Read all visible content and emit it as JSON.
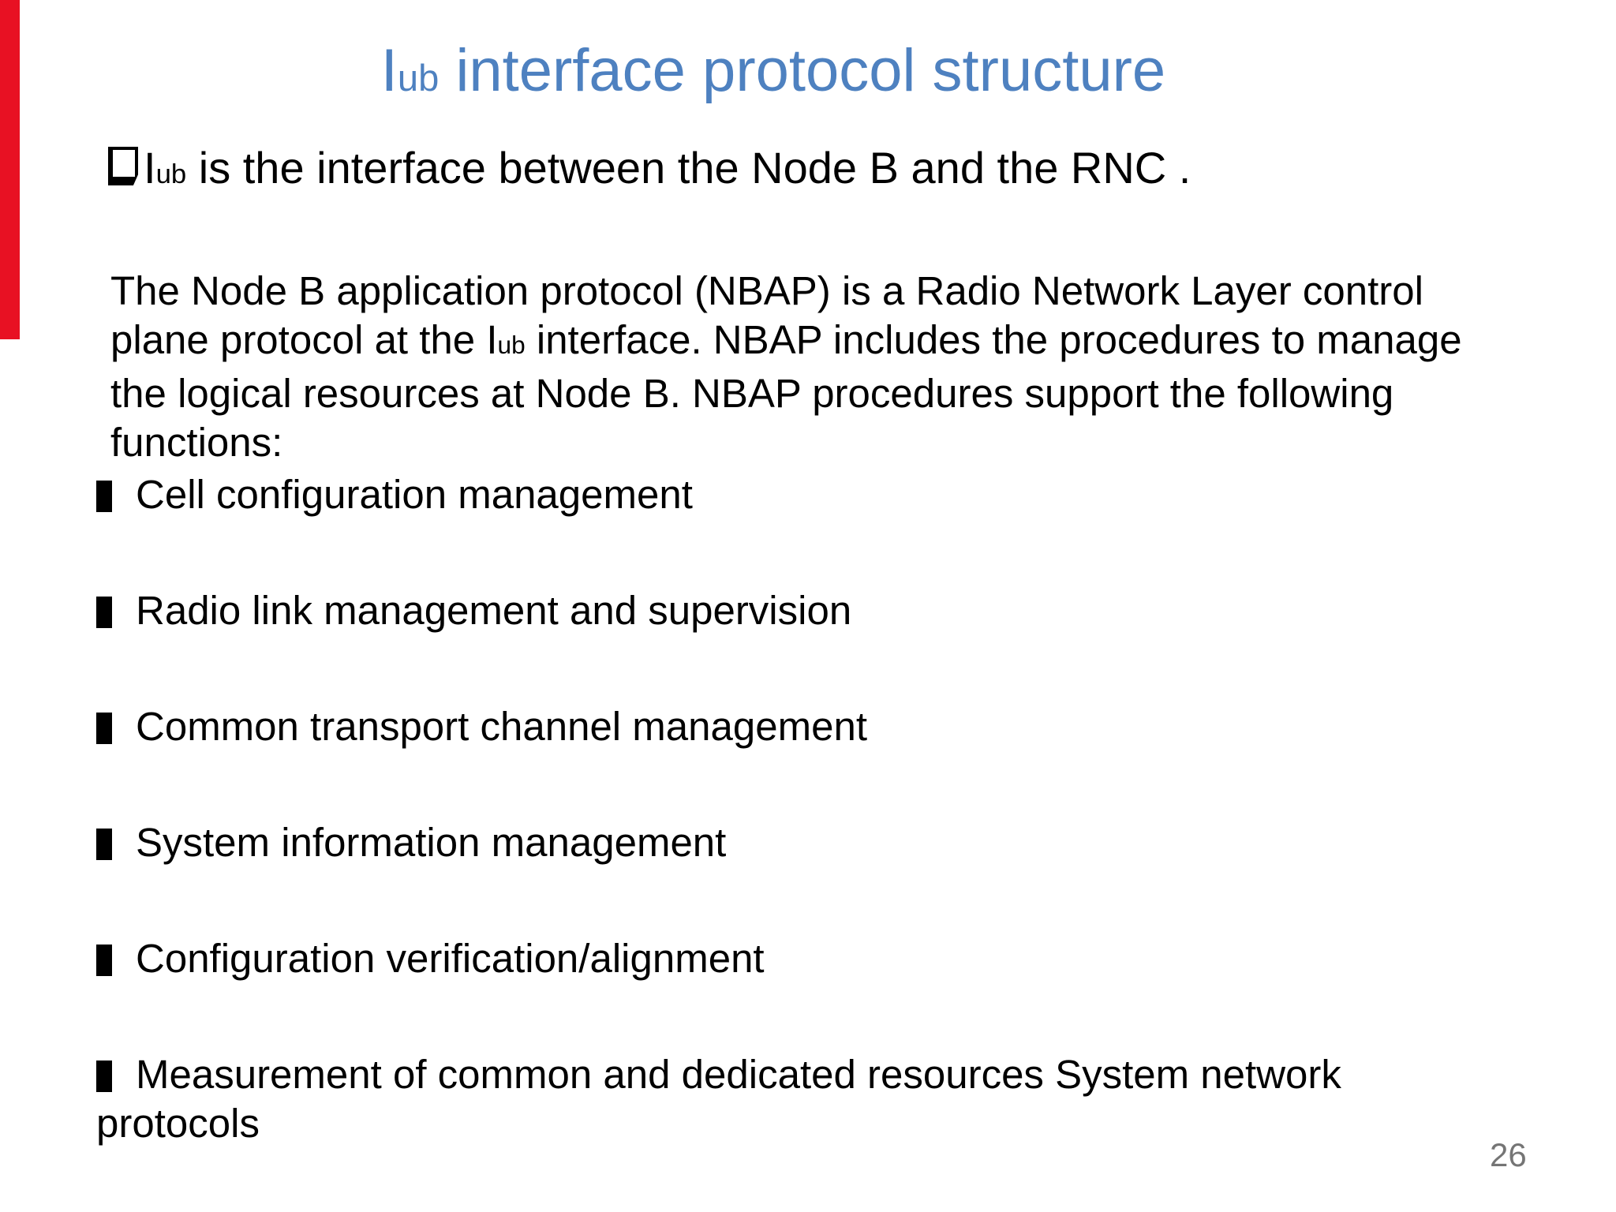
{
  "slide": {
    "title": {
      "prefix": "I",
      "subscript": "ub",
      "rest": " interface protocol structure"
    },
    "lead_bullet": {
      "prefix": "I",
      "subscript": "ub",
      "rest": " is the interface between the Node B and the RNC ."
    },
    "paragraph": {
      "line1": "The Node B application protocol (NBAP) is a Radio Network Layer control",
      "line2_pre": "plane protocol at the I",
      "line2_sub": "ub",
      "line2_post": " interface. NBAP includes the procedures to manage",
      "line3": "the logical resources at Node B. NBAP procedures support the following",
      "line4": "functions:"
    },
    "items": [
      {
        "text": "Cell configuration management"
      },
      {
        "text": "Radio link management and supervision"
      },
      {
        "text": "Common transport channel management"
      },
      {
        "text": "System information management"
      },
      {
        "text": "Configuration verification/alignment"
      },
      {
        "text": "Measurement of common and dedicated resources System network",
        "text2": "protocols"
      }
    ],
    "page_number": "26",
    "colors": {
      "title-blue": "#4e81c0",
      "accent-red": "#e81123",
      "page-gray": "#757575",
      "text-black": "#000000"
    }
  }
}
